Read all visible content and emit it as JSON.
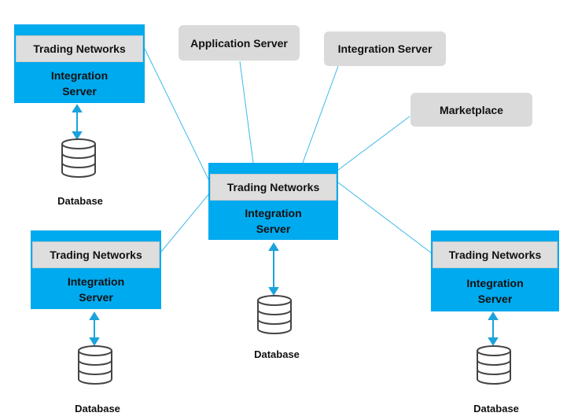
{
  "servers": [
    {
      "id": "top-left",
      "tn": "Trading Networks",
      "is1": "Integration",
      "is2": "Server",
      "db": "Database"
    },
    {
      "id": "center",
      "tn": "Trading Networks",
      "is1": "Integration",
      "is2": "Server",
      "db": "Database"
    },
    {
      "id": "bottom-left",
      "tn": "Trading Networks",
      "is1": "Integration",
      "is2": "Server",
      "db": "Database"
    },
    {
      "id": "right",
      "tn": "Trading Networks",
      "is1": "Integration",
      "is2": "Server",
      "db": "Database"
    }
  ],
  "external": {
    "app_server": "Application Server",
    "integration_server": "Integration Server",
    "marketplace": "Marketplace"
  },
  "colors": {
    "node": "#00aaee",
    "link": "#2ab4e8",
    "tn_bg": "#dedede",
    "grey_box": "#dadada"
  }
}
